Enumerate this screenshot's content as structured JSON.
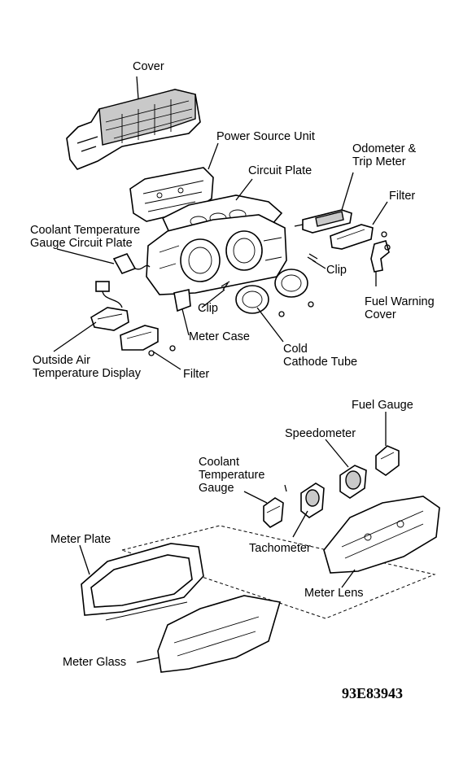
{
  "labels": {
    "cover": "Cover",
    "power_source_unit": "Power Source Unit",
    "circuit_plate": "Circuit Plate",
    "odometer_1": "Odometer &",
    "odometer_2": "Trip Meter",
    "filter_top": "Filter",
    "coolant_circuit_1": "Coolant Temperature",
    "coolant_circuit_2": "Gauge Circuit Plate",
    "clip_right": "Clip",
    "clip_left": "Clip",
    "fuel_warning_1": "Fuel Warning",
    "fuel_warning_2": "Cover",
    "meter_case": "Meter Case",
    "cold_cathode_1": "Cold",
    "cold_cathode_2": "Cathode Tube",
    "outside_air_1": "Outside Air",
    "outside_air_2": "Temperature Display",
    "filter_bottom": "Filter",
    "fuel_gauge": "Fuel Gauge",
    "speedometer": "Speedometer",
    "coolant_gauge_1": "Coolant",
    "coolant_gauge_2": "Temperature",
    "coolant_gauge_3": "Gauge",
    "tachometer": "Tachometer",
    "meter_plate": "Meter Plate",
    "meter_lens": "Meter Lens",
    "meter_glass": "Meter Glass"
  },
  "figure_code": "93E83943"
}
